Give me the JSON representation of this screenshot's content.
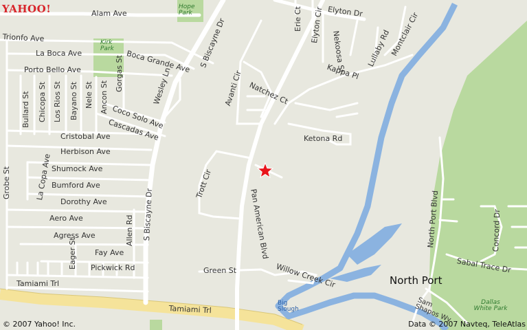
{
  "brand": {
    "logo_text": "YAHOO!",
    "logo_color": "#d8252b"
  },
  "colors": {
    "land": "#e8e8df",
    "park": "#b9d99f",
    "water": "#8bb3e0",
    "street": "#ffffff",
    "highway": "#f5e39a"
  },
  "streets": {
    "alam": "Alam Ave",
    "trionfo": "Trionfo Ave",
    "laboca": "La Boca Ave",
    "bocagrande": "Boca Grande Ave",
    "portobello": "Porto Bello Ave",
    "cocosolo": "Coco Solo Ave",
    "cascadas": "Cascadas Ave",
    "cristobal": "Cristobal Ave",
    "herbison": "Herbison Ave",
    "shumock": "Shumock Ave",
    "bumford": "Bumford Ave",
    "dorothy": "Dorothy Ave",
    "aero": "Aero Ave",
    "agress": "Agress Ave",
    "fay": "Fay Ave",
    "pickwick": "Pickwick Rd",
    "tamiami1": "Tamiami Trl",
    "tamiami2": "Tamiami Trl",
    "sbiscayne1": "S Biscayne Dr",
    "sbiscayne2": "S Biscayne Dr",
    "bullard": "Bullard St",
    "chicopa": "Chicopa St",
    "losrios": "Los Rios St",
    "bayano": "Bayano St",
    "nele": "Nele St",
    "ancon": "Ancon St",
    "gorgas": "Gorgas St",
    "wesley": "Wesley Ln",
    "lacopa": "La Copa Ave",
    "grobe": "Grobe St",
    "allen": "Allen Rd",
    "eager": "Eager St",
    "avanti": "Avanti Cir",
    "natchez": "Natchez Ct",
    "ketona": "Ketona Rd",
    "trott": "Trott Cir",
    "panamerican": "Pan American Blvd",
    "green": "Green St",
    "willow": "Willow Creek Cir",
    "erie": "Erie Ct",
    "elytoncir": "Elyton Cir",
    "elytondr": "Elyton Dr",
    "nekoosa": "Nekoosa St",
    "lullaby": "Lullaby Rd",
    "montclair": "Montclair Cir",
    "kappa": "Kappa Pl",
    "northportblvd": "North Port Blvd",
    "concord": "Concord Dr",
    "sabaltrace": "Sabal Trace Dr",
    "sam": "Sam Shapos Wy"
  },
  "parks": {
    "hope": "Hope Park",
    "kirk": "Kirk Park",
    "dallas": "Dallas White Park"
  },
  "water": {
    "bigslough": "Big Slough"
  },
  "city": {
    "northport": "North Port"
  },
  "marker": {
    "icon": "red-star-icon",
    "color": "#e8141b"
  },
  "copyright": {
    "left": "© 2007 Yahoo! Inc.",
    "right": "Data © 2007 Navteq, TeleAtlas"
  }
}
